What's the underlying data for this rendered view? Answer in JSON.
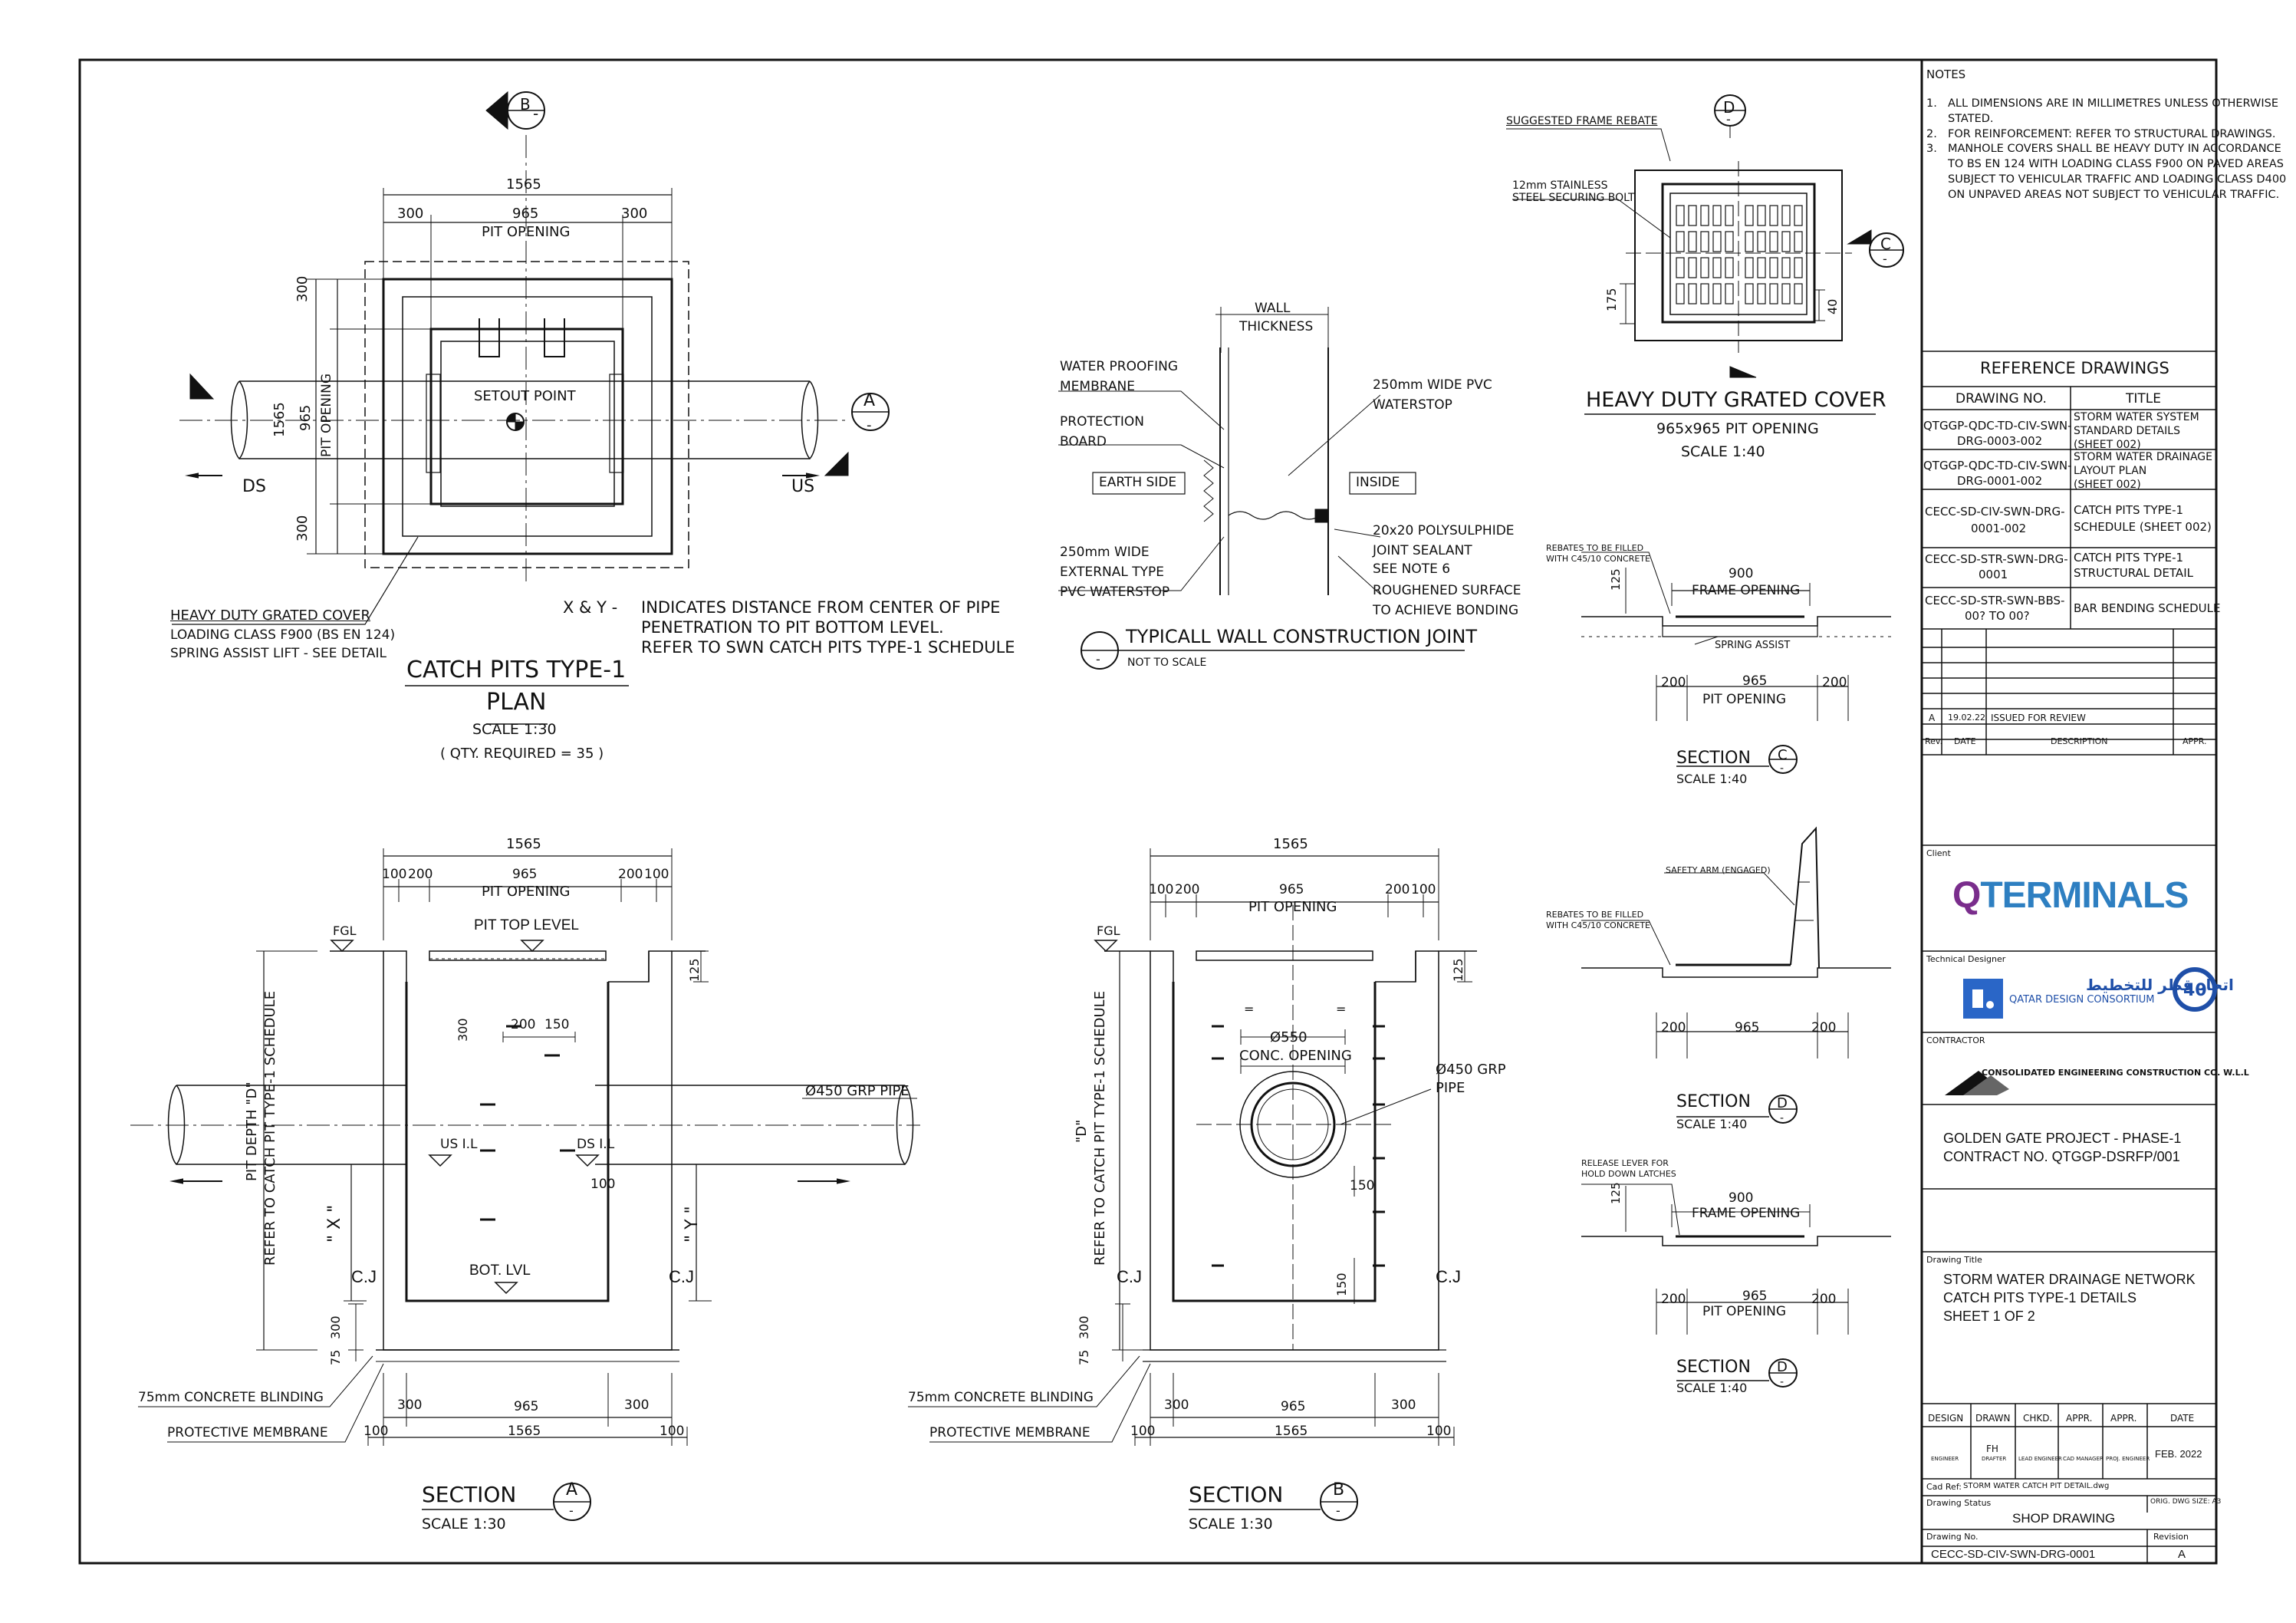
{
  "plan": {
    "b_marker_top": "B",
    "b_marker_bottom": "-",
    "dim_1565_top": "1565",
    "dim_300_left": "300",
    "dim_965": "965",
    "dim_300_right": "300",
    "pit_opening": "PIT OPENING",
    "v_300_top": "300",
    "v_1565": "1565",
    "v_965": "965",
    "v_pit_opening": "PIT OPENING",
    "v_300_bottom": "300",
    "setout": "SETOUT POINT",
    "a_marker_top": "A",
    "a_marker_bottom": "-",
    "ds": "DS",
    "us": "US",
    "cover_title": "HEAVY DUTY GRATED COVER",
    "cover_line1": "LOADING CLASS F900 (BS EN 124)",
    "cover_line2": "SPRING ASSIST LIFT - SEE DETAIL",
    "xy_key": "X & Y -",
    "xy_line1": "INDICATES DISTANCE FROM CENTER OF PIPE",
    "xy_line2": "PENETRATION TO PIT BOTTOM LEVEL.",
    "xy_line3": "REFER TO SWN CATCH PITS TYPE-1 SCHEDULE",
    "title1": "CATCH PITS TYPE-1",
    "title2": "PLAN",
    "scale": "SCALE  1:30",
    "qty": "( QTY. REQUIRED = 35 )"
  },
  "wall": {
    "wall_thickness_1": "WALL",
    "wall_thickness_2": "THICKNESS",
    "wpm_1": "WATER PROOFING",
    "wpm_2": "MEMBRANE",
    "pb_1": "PROTECTION",
    "pb_2": "BOARD",
    "earth_side": "EARTH SIDE",
    "inside": "INSIDE",
    "ws_1": "250mm WIDE PVC",
    "ws_2": "WATERSTOP",
    "ext_1": "250mm WIDE",
    "ext_2": "EXTERNAL TYPE",
    "ext_3": "PVC WATERSTOP",
    "seal_1": "20x20 POLYSULPHIDE",
    "seal_2": "JOINT SEALANT",
    "seal_3": "SEE NOTE 6",
    "rough_1": "ROUGHENED SURFACE",
    "rough_2": "TO ACHIEVE BONDING",
    "title": "TYPICALL WALL CONSTRUCTION JOINT",
    "scale": "NOT TO SCALE",
    "marker": "-"
  },
  "cover": {
    "rebate": "SUGGESTED FRAME REBATE",
    "bolt_1": "12mm STAINLESS",
    "bolt_2": "STEEL SECURING BOLT",
    "d_top": "D",
    "d_bot": "-",
    "c_top": "C",
    "c_bot": "-",
    "dim_175": "175",
    "dim_40": "40",
    "title": "HEAVY DUTY GRATED COVER",
    "sub": "965x965 PIT OPENING",
    "scale": "SCALE  1:40"
  },
  "sec_c": {
    "rebates_1": "REBATES TO BE FILLED",
    "rebates_2": "WITH C45/10 CONCRETE",
    "dim_125": "125",
    "dim_900": "900",
    "frame_opening": "FRAME OPENING",
    "spring": "SPRING ASSIST",
    "dim_200_l": "200",
    "dim_965": "965",
    "dim_200_r": "200",
    "pit_opening": "PIT OPENING",
    "title": "SECTION",
    "marker_top": "C",
    "marker_bot": "-",
    "scale": "SCALE  1:40"
  },
  "sec_d1": {
    "safety": "SAFETY ARM (ENGAGED)",
    "rebates_1": "REBATES TO BE FILLED",
    "rebates_2": "WITH C45/10 CONCRETE",
    "dim_200_l": "200",
    "dim_965": "965",
    "dim_200_r": "200",
    "title": "SECTION",
    "marker_top": "D",
    "marker_bot": "-",
    "scale": "SCALE  1:40"
  },
  "sec_d2": {
    "release_1": "RELEASE LEVER FOR",
    "release_2": "HOLD DOWN LATCHES",
    "dim_125": "125",
    "dim_900": "900",
    "frame_opening": "FRAME OPENING",
    "dim_200_l": "200",
    "dim_965": "965",
    "dim_200_r": "200",
    "pit_opening": "PIT OPENING",
    "title": "SECTION",
    "marker_top": "D",
    "marker_bot": "-",
    "scale": "SCALE  1:40"
  },
  "sec_a": {
    "dim_1565": "1565",
    "d100_l": "100",
    "d200_l": "200",
    "d965": "965",
    "d200_r": "200",
    "d100_r": "100",
    "pit_opening": "PIT OPENING",
    "fgl": "FGL",
    "pit_top": "PIT TOP LEVEL",
    "d125": "125",
    "d300": "300",
    "d200": "200",
    "d150": "150",
    "pipe": "Ø450 GRP PIPE",
    "pit_depth": "PIT DEPTH \"D\"",
    "refer": "REFER TO CATCH PIT TYPE-1 SCHEDULE",
    "us_il": "US I.L",
    "ds_il": "DS I.L",
    "d100": "100",
    "x": "\" X \"",
    "y": "\" Y \"",
    "cj_l": "C.J",
    "cj_r": "C.J",
    "bot": "BOT. LVL",
    "d75": "75",
    "d300b": "300",
    "blinding": "75mm CONCRETE BLINDING",
    "membrane": "PROTECTIVE MEMBRANE",
    "b300_l": "300",
    "b965": "965",
    "b300_r": "300",
    "b100_l": "100",
    "b1565": "1565",
    "b100_r": "100",
    "title": "SECTION",
    "marker_top": "A",
    "marker_bot": "-",
    "scale": "SCALE  1:30"
  },
  "sec_b": {
    "dim_1565": "1565",
    "d100_l": "100",
    "d200_l": "200",
    "d965": "965",
    "d200_r": "200",
    "d100_r": "100",
    "pit_opening": "PIT OPENING",
    "fgl": "FGL",
    "d125": "125",
    "eq1": "=",
    "eq2": "=",
    "d550": "Ø550",
    "conc": "CONC. OPENING",
    "pipe_1": "Ø450 GRP",
    "pipe_2": "PIPE",
    "d_label": "\"D\"",
    "refer": "REFER TO CATCH PIT TYPE-1 SCHEDULE",
    "d150a": "150",
    "d150b": "150",
    "cj_l": "C.J",
    "cj_r": "C.J",
    "d75": "75",
    "d300": "300",
    "blinding": "75mm CONCRETE BLINDING",
    "membrane": "PROTECTIVE MEMBRANE",
    "b300_l": "300",
    "b965": "965",
    "b300_r": "300",
    "b100_l": "100",
    "b1565": "1565",
    "b100_r": "100",
    "title": "SECTION",
    "marker_top": "B",
    "marker_bot": "-",
    "scale": "SCALE  1:30"
  },
  "notes": {
    "title": "NOTES",
    "n1_num": "1.",
    "n1": "ALL DIMENSIONS ARE IN MILLIMETRES UNLESS OTHERWISE STATED.",
    "n2_num": "2.",
    "n2": "FOR REINFORCEMENT: REFER TO STRUCTURAL DRAWINGS.",
    "n3_num": "3.",
    "n3": "MANHOLE COVERS SHALL BE HEAVY DUTY IN ACCORDANCE TO BS EN 124 WITH LOADING CLASS F900 ON PAVED AREAS SUBJECT TO VEHICULAR TRAFFIC AND LOADING CLASS D400 ON UNPAVED AREAS NOT SUBJECT TO VEHICULAR TRAFFIC."
  },
  "reference": {
    "title": "REFERENCE DRAWINGS",
    "col_no": "DRAWING NO.",
    "col_title": "TITLE",
    "rows": [
      {
        "no1": "QTGGP-QDC-TD-CIV-SWN-",
        "no2": "DRG-0003-002",
        "t1": "STORM WATER SYSTEM",
        "t2": "STANDARD DETAILS",
        "t3": "(SHEET 002)"
      },
      {
        "no1": "QTGGP-QDC-TD-CIV-SWN-",
        "no2": "DRG-0001-002",
        "t1": "STORM WATER DRAINAGE",
        "t2": "LAYOUT PLAN",
        "t3": "(SHEET 002)"
      },
      {
        "no1": "CECC-SD-CIV-SWN-DRG-",
        "no2": "0001-002",
        "t1": "CATCH PITS TYPE-1",
        "t2": "SCHEDULE (SHEET 002)",
        "t3": ""
      },
      {
        "no1": "CECC-SD-STR-SWN-DRG-",
        "no2": "0001",
        "t1": "CATCH PITS TYPE-1",
        "t2": "STRUCTURAL DETAIL",
        "t3": ""
      },
      {
        "no1": "CECC-SD-STR-SWN-BBS-",
        "no2": "00? TO 00?",
        "t1": "BAR BENDING SCHEDULE",
        "t2": "",
        "t3": ""
      }
    ]
  },
  "revisions": {
    "rev_a": "A",
    "date_a": "19.02.22",
    "desc_a": "ISSUED FOR REVIEW",
    "h_rev": "Rev.",
    "h_date": "DATE",
    "h_desc": "DESCRIPTION",
    "h_appr": "APPR."
  },
  "client": {
    "label": "Client",
    "logo_q": "Q",
    "logo_rest": "TERMINALS",
    "designer_label": "Technical Designer",
    "qdc_name": "QATAR DESIGN CONSORTIUM",
    "qdc_arabic": "اتحاد قطر للتخطيط",
    "contractor_label": "CONTRACTOR",
    "contractor": "CONSOLIDATED ENGINEERING CONSTRUCTION CO. W.L.L"
  },
  "project": {
    "name": "GOLDEN GATE PROJECT - PHASE-1",
    "contract": "CONTRACT NO. QTGGP-DSRFP/001"
  },
  "drawing": {
    "title_label": "Drawing Title",
    "title1": "STORM WATER DRAINAGE NETWORK",
    "title2": "CATCH PITS TYPE-1 DETAILS",
    "title3": "SHEET 1 OF 2",
    "h_design": "DESIGN",
    "h_drawn": "DRAWN",
    "h_chkd": "CHKD.",
    "h_appr1": "APPR.",
    "h_appr2": "APPR.",
    "h_date": "DATE",
    "drawn_by": "FH",
    "r_engineer": "ENGINEER",
    "r_drafter": "DRAFTER",
    "r_lead": "LEAD ENGINEER",
    "r_cad": "CAD MANAGER",
    "r_proj": "PROJ. ENGINEER",
    "date": "FEB. 2022",
    "cad_ref_label": "Cad Ref:",
    "cad_ref": "STORM WATER CATCH PIT DETAIL.dwg",
    "status_label": "Drawing Status",
    "orig": "ORIG. DWG SIZE: A3",
    "status": "SHOP DRAWING",
    "no_label": "Drawing No.",
    "rev_label": "Revision",
    "no": "CECC-SD-CIV-SWN-DRG-0001",
    "rev": "A"
  }
}
